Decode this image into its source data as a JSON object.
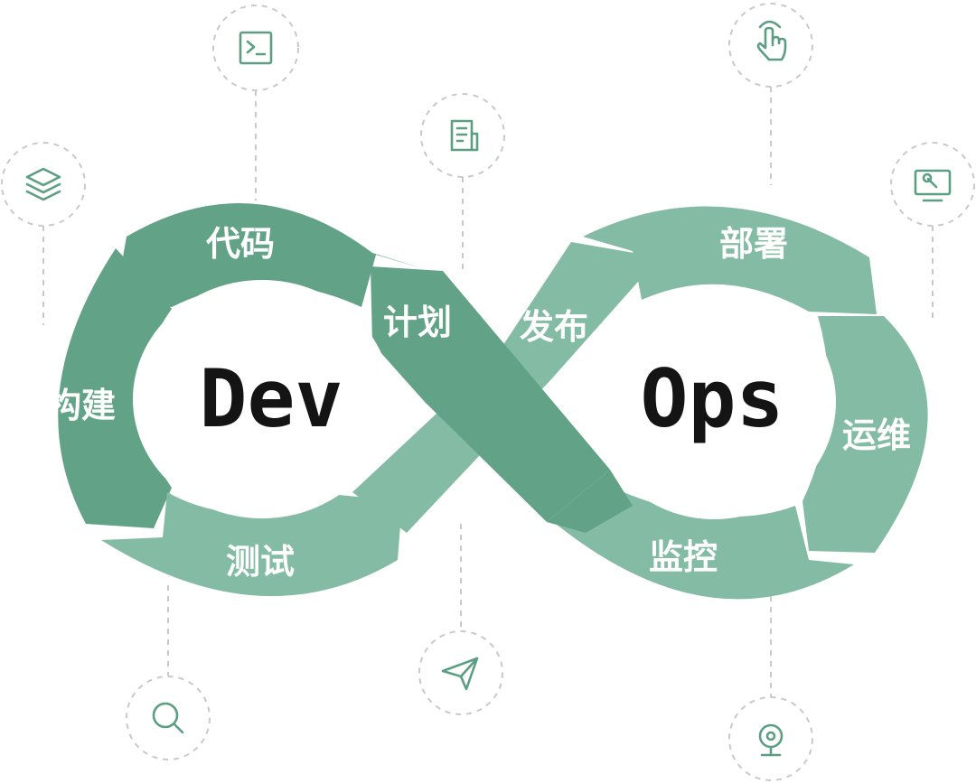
{
  "diagram": {
    "left_word": "Dev",
    "right_word": "Ops",
    "stages": [
      {
        "key": "code",
        "label": "代码"
      },
      {
        "key": "plan",
        "label": "计划"
      },
      {
        "key": "build",
        "label": "构建"
      },
      {
        "key": "test",
        "label": "测试"
      },
      {
        "key": "release",
        "label": "发布"
      },
      {
        "key": "deploy",
        "label": "部署"
      },
      {
        "key": "operate",
        "label": "运维"
      },
      {
        "key": "monitor",
        "label": "监控"
      }
    ],
    "icons": [
      "layers-icon",
      "terminal-icon",
      "document-icon",
      "hand-pointer-icon",
      "monitor-wrench-icon",
      "search-icon",
      "send-icon",
      "webcam-icon"
    ],
    "colors": {
      "dark_green": "#62a287",
      "mid_green": "#72b097",
      "light_green": "#84bba4",
      "icon_green": "#5c9e84",
      "dash_gray": "#c9c9c9",
      "text_dark": "#141414"
    }
  }
}
